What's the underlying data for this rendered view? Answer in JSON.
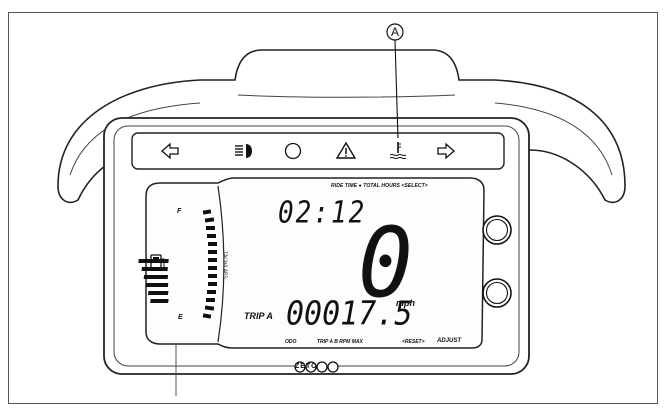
{
  "callout": {
    "letter": "A"
  },
  "display": {
    "ride_time_label": "RIDE TIME ● TOTAL HOURS <SELECT>",
    "clock": "02:12",
    "speed": "0",
    "trip_label": "TRIP A",
    "odometer": "00017.5",
    "speed_unit": "mph",
    "fuel_full": "F",
    "fuel_empty": "E",
    "tach_label": "TACH/LAPS",
    "odo_label": "ODO",
    "modes_label": "TRIP A B RPM MAX",
    "reset_label": "<RESET>",
    "adjust_label": "ADJUST"
  },
  "brand": {
    "logo_text": "ZETO"
  },
  "indicators": [
    {
      "name": "turn-left-icon"
    },
    {
      "name": "high-beam-icon"
    },
    {
      "name": "neutral-icon"
    },
    {
      "name": "warning-icon"
    },
    {
      "name": "coolant-temperature-icon"
    },
    {
      "name": "turn-right-icon"
    }
  ],
  "colors": {
    "line": "#111111",
    "background": "#ffffff",
    "screen": "#f5f5f5"
  }
}
